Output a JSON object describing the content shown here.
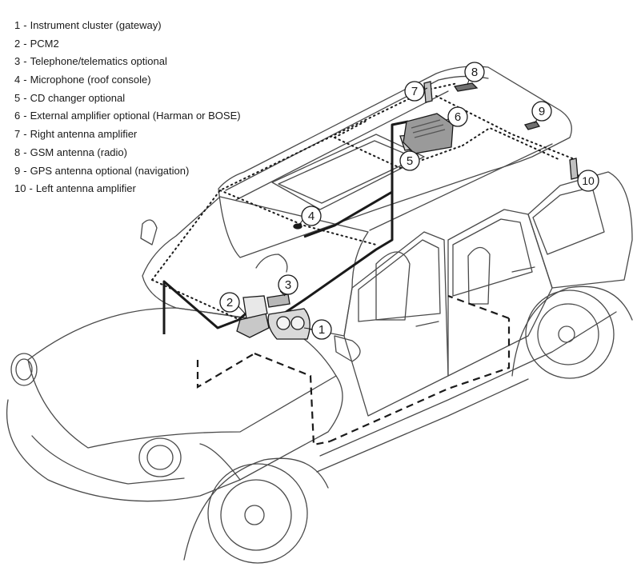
{
  "legend": [
    {
      "number": "1",
      "label": "Instrument cluster (gateway)"
    },
    {
      "number": "2",
      "label": "PCM2"
    },
    {
      "number": "3",
      "label": "Telephone/telematics optional"
    },
    {
      "number": "4",
      "label": "Microphone (roof console)"
    },
    {
      "number": "5",
      "label": "CD changer optional"
    },
    {
      "number": "6",
      "label": "External amplifier optional (Harman or BOSE)"
    },
    {
      "number": "7",
      "label": "Right antenna amplifier"
    },
    {
      "number": "8",
      "label": "GSM antenna (radio)"
    },
    {
      "number": "9",
      "label": "GPS antenna optional (navigation)"
    },
    {
      "number": "10",
      "label": "Left antenna amplifier"
    }
  ],
  "callouts": [
    "1",
    "2",
    "3",
    "4",
    "5",
    "6",
    "7",
    "8",
    "9",
    "10"
  ],
  "colors": {
    "line": "#1a1a1a",
    "outline": "#4a4a4a",
    "background": "#ffffff"
  },
  "line_styles": {
    "gsm_and_antenna_bus": "dotted",
    "optical_ring": "solid",
    "cabin_bus": "dashed"
  }
}
